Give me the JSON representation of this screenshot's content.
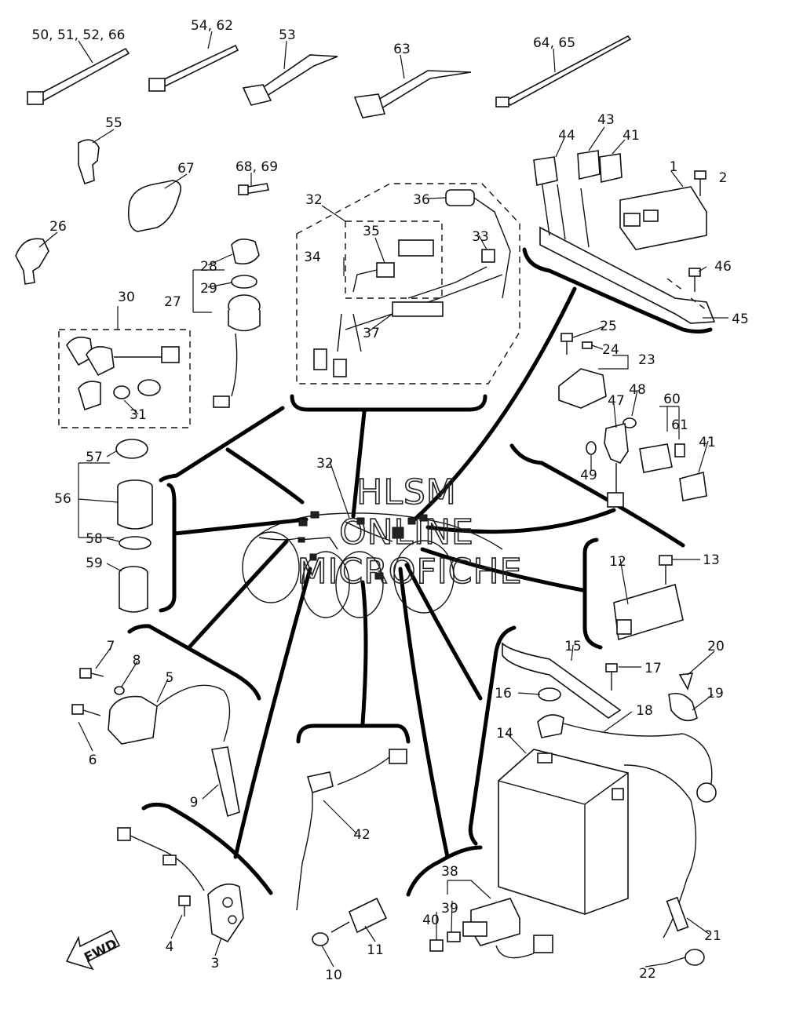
{
  "watermark": {
    "line1": "HLSM",
    "line2": "ONLINE",
    "line3": "MICROFICHE"
  },
  "fwd_label": "FWD",
  "callouts": {
    "c_50_51_52_66": "50, 51, 52, 66",
    "c_54_62": "54, 62",
    "c_53": "53",
    "c_63": "63",
    "c_64_65": "64, 65",
    "c_55": "55",
    "c_67": "67",
    "c_68_69": "68, 69",
    "c_26": "26",
    "c_32a": "32",
    "c_36": "36",
    "c_35": "35",
    "c_33": "33",
    "c_34": "34",
    "c_37": "37",
    "c_44": "44",
    "c_43": "43",
    "c_41a": "41",
    "c_1": "1",
    "c_2": "2",
    "c_46": "46",
    "c_45": "45",
    "c_28": "28",
    "c_29": "29",
    "c_27": "27",
    "c_30": "30",
    "c_31": "31",
    "c_25": "25",
    "c_24": "24",
    "c_23": "23",
    "c_48": "48",
    "c_47": "47",
    "c_60": "60",
    "c_61": "61",
    "c_49": "49",
    "c_41b": "41",
    "c_57": "57",
    "c_56": "56",
    "c_58": "58",
    "c_59": "59",
    "c_32b": "32",
    "c_12": "12",
    "c_13": "13",
    "c_7": "7",
    "c_8": "8",
    "c_5": "5",
    "c_6": "6",
    "c_9": "9",
    "c_15": "15",
    "c_17": "17",
    "c_20": "20",
    "c_16": "16",
    "c_19": "19",
    "c_18": "18",
    "c_14": "14",
    "c_42": "42",
    "c_4": "4",
    "c_3": "3",
    "c_10": "10",
    "c_11": "11",
    "c_38": "38",
    "c_39": "39",
    "c_40": "40",
    "c_21": "21",
    "c_22": "22"
  }
}
